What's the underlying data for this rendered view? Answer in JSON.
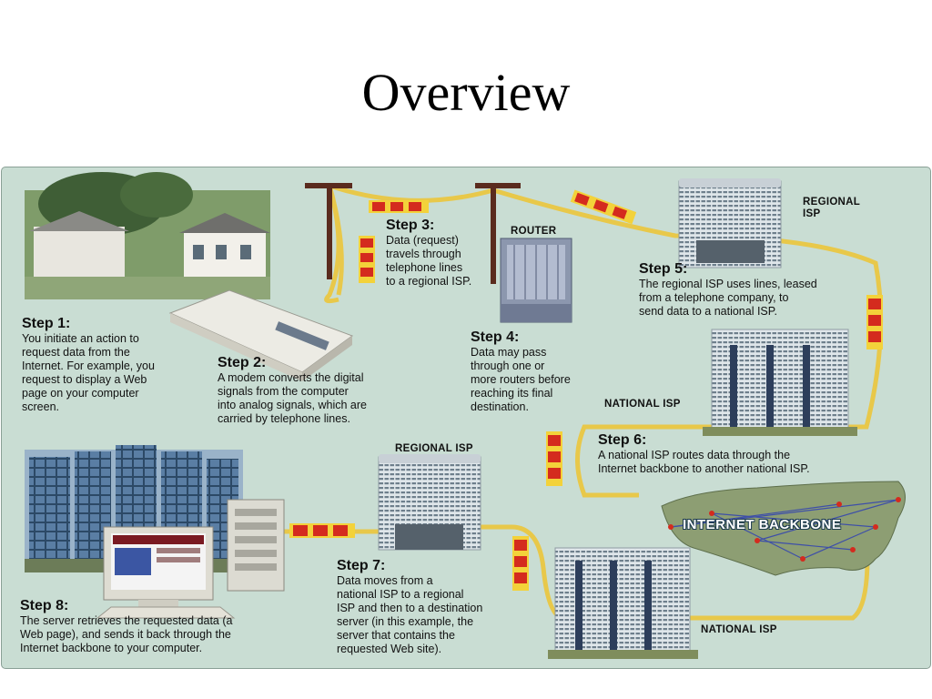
{
  "slide": {
    "title": "Overview"
  },
  "diagram": {
    "steps": [
      {
        "id": "step1",
        "title": "Step 1:",
        "text": "You initiate an action to\nrequest data from the\nInternet. For example, you\nrequest to display a Web\npage on your computer\nscreen."
      },
      {
        "id": "step2",
        "title": "Step 2:",
        "text": "A modem converts the digital\nsignals from the computer\ninto analog signals, which are\ncarried by telephone lines."
      },
      {
        "id": "step3",
        "title": "Step 3:",
        "text": "Data (request)\ntravels through\ntelephone lines\nto a regional ISP."
      },
      {
        "id": "step4",
        "title": "Step 4:",
        "text": "Data may pass\nthrough one or\nmore routers before\nreaching its final\ndestination."
      },
      {
        "id": "step5",
        "title": "Step 5:",
        "text": "The regional ISP uses lines, leased\nfrom a telephone company, to\nsend data to a national ISP."
      },
      {
        "id": "step6",
        "title": "Step 6:",
        "text": "A national ISP routes data through the\nInternet backbone to another national ISP."
      },
      {
        "id": "step7",
        "title": "Step 7:",
        "text": "Data moves from a\nnational ISP to a regional\nISP and then to a destination\nserver (in this example, the\nserver that contains the\nrequested Web site)."
      },
      {
        "id": "step8",
        "title": "Step 8:",
        "text": "The server retrieves the requested data (a\nWeb page), and sends it back through the\nInternet backbone to your computer."
      }
    ],
    "labels": {
      "router": "ROUTER",
      "regional_isp_top": "REGIONAL\nISP",
      "national_isp_upper": "NATIONAL ISP",
      "regional_isp_bottom": "REGIONAL  ISP",
      "national_isp_lower": "NATIONAL ISP",
      "backbone": "INTERNET BACKBONE"
    },
    "colors": {
      "panel": "#c9ddd3",
      "wire": "#e8c84a",
      "packet_red": "#d42b1e",
      "packet_yellow": "#f3d23a"
    }
  }
}
